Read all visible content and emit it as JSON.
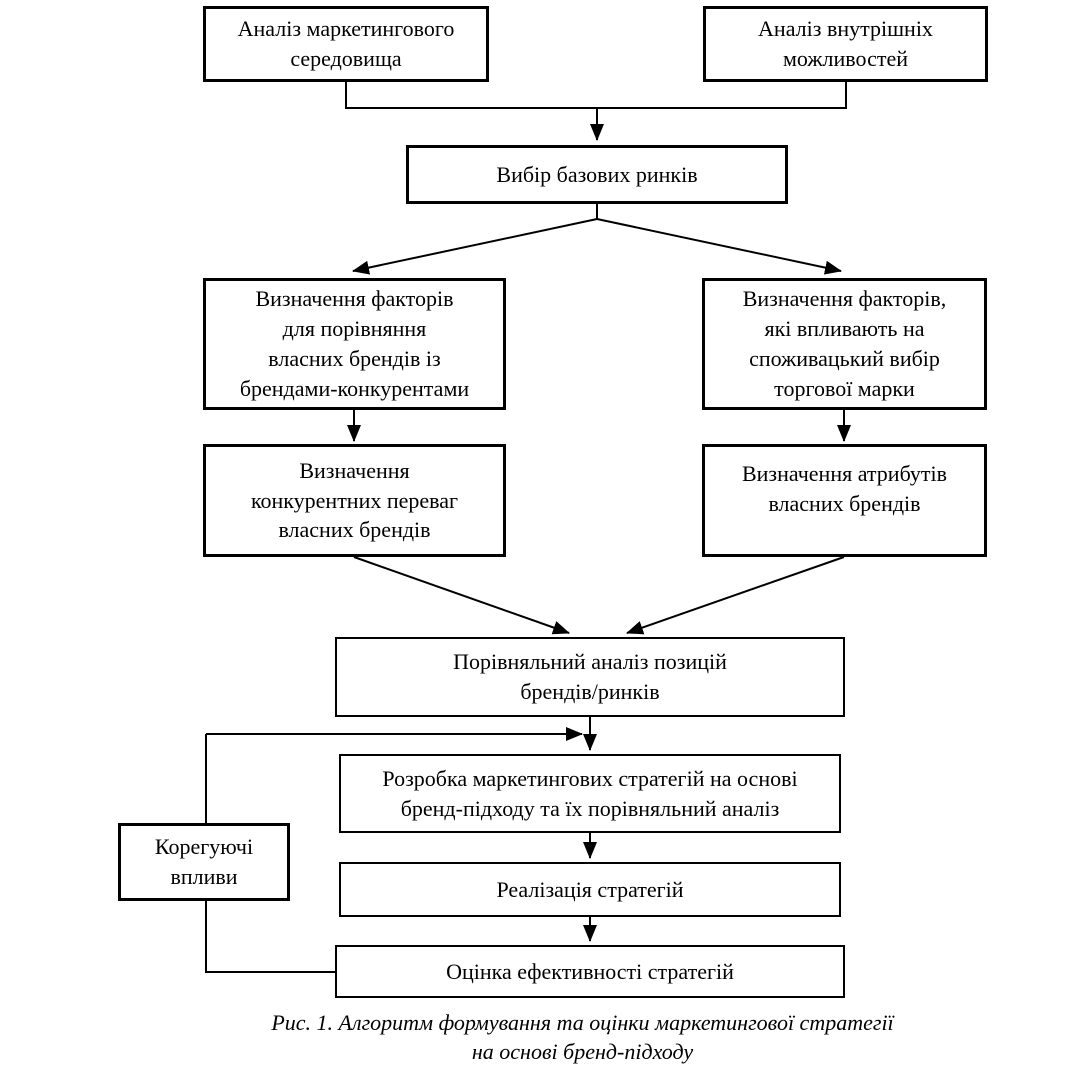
{
  "figure": {
    "type": "flowchart",
    "language": "uk",
    "nodes": {
      "analysis_marketing": "Аналіз маркетингового\nсередовища",
      "analysis_internal": "Аналіз внутрішніх\nможливостей",
      "base_markets": "Вибір базових ринків",
      "factors_comparison": "Визначення факторів\nдля порівняння\nвласних брендів із\nбрендами-конкурентами",
      "factors_consumer": "Визначення факторів,\nякі впливають на\nспоживацький вибір\nторгової марки",
      "competitive_advantages": "Визначення\nконкурентних переваг\nвласних брендів",
      "brand_attributes": "Визначення атрибутів\nвласних брендів",
      "comparative_analysis": "Порівняльний аналіз позицій\nбрендів/ринків",
      "strategy_development": "Розробка маркетингових стратегій на основі\nбренд-підходу та їх порівняльний аналіз",
      "corrective_influences": "Корегуючі\nвпливи",
      "strategy_implementation": "Реалізація стратегій",
      "strategy_evaluation": "Оцінка ефективності стратегій"
    },
    "caption": {
      "line1": "Рис. 1. Алгоритм формування та оцінки маркетингової стратегії",
      "line2": "на основі бренд-підходу"
    },
    "colors": {
      "line": "#000000",
      "box_border": "#000000",
      "box_background": "#ffffff",
      "text": "#000000",
      "page_background": "#ffffff"
    }
  }
}
